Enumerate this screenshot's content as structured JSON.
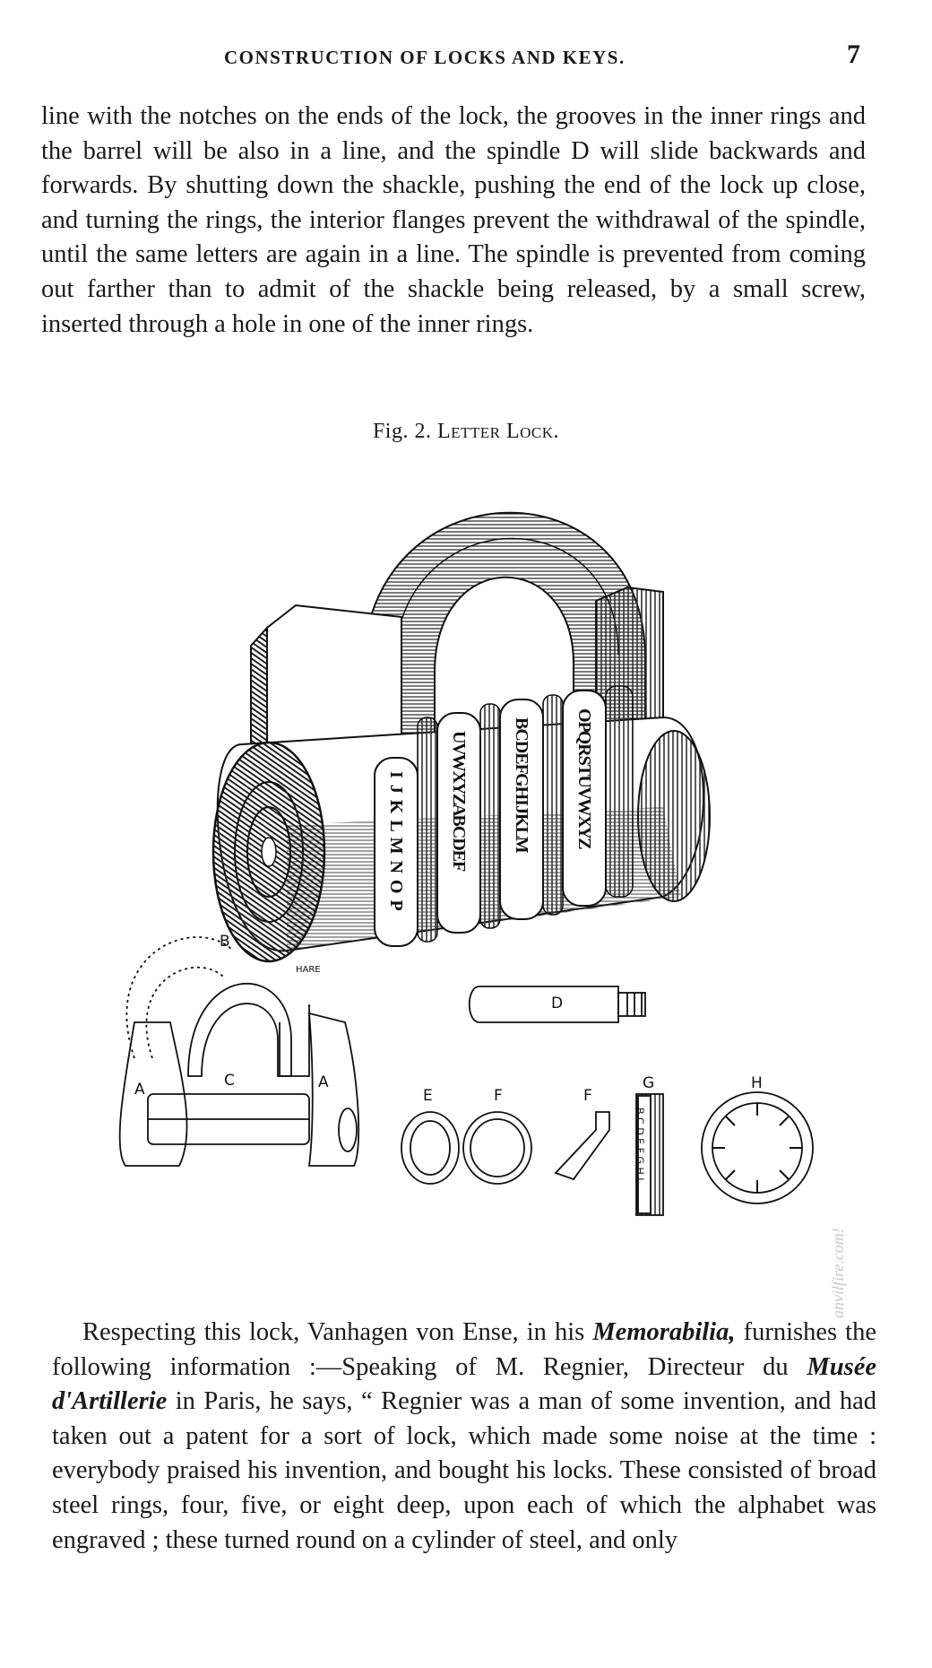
{
  "header": {
    "running_head": "CONSTRUCTION OF LOCKS AND KEYS.",
    "page_number": "7"
  },
  "paragraph1": "line with the notches on the ends of the lock, the grooves in the inner rings and the barrel will be also in a line, and the spindle D will slide backwards and forwards. By shutting down the shackle, pushing the end of the lock up close, and turning the rings, the interior flanges prevent the withdrawal of the spindle, until the same letters are again in a line. The spindle is prevented from coming out farther than to admit of the shackle being released, by a small screw, inserted through a hole in one of the inner rings.",
  "figure": {
    "caption_prefix": "Fig. 2.",
    "caption_title": "Letter Lock.",
    "engraver": "HARE",
    "ring_letters": [
      "I J K L M N O P",
      "U V W X Y Z A B C D E F",
      "B C D E F G H I J K L M",
      "O P Q R S T U V W X Y Z"
    ],
    "labels": [
      "B",
      "A",
      "A",
      "C",
      "D",
      "E",
      "F",
      "F",
      "G",
      "H"
    ],
    "g_letters": "B C D E F G H I"
  },
  "paragraph2": {
    "part1": "Respecting this lock, Vanhagen von Ense, in his ",
    "memorabilia": "Memorabilia,",
    "part2": " furnishes the following information :—Speaking of M. Regnier, Directeur du ",
    "musee": "Musée d'Artillerie",
    "part3": " in Paris, he says, “ Regnier was a man of some invention, and had taken out a patent for a sort of lock, which made some noise at the time : everybody praised his invention, and bought his locks. These consisted of broad steel rings, four, five, or eight deep, upon each of which the alphabet was engraved ; these turned round on a cylinder of steel, and only"
  },
  "watermark": "anvilfire.com!"
}
